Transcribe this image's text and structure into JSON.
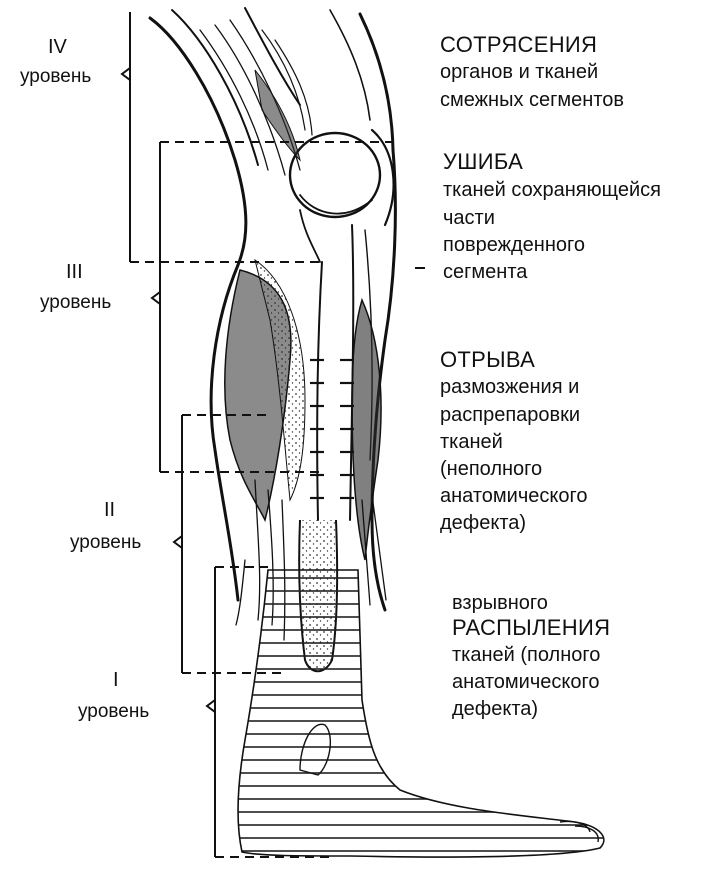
{
  "levels": [
    {
      "num": "IV",
      "word": "уровень"
    },
    {
      "num": "III",
      "word": "уровень"
    },
    {
      "num": "II",
      "word": "уровень"
    },
    {
      "num": "I",
      "word": "уровень"
    }
  ],
  "zones": [
    {
      "lines": [
        "СОТРЯСЕНИЯ",
        "органов и тканей",
        "смежных  сегментов"
      ]
    },
    {
      "lines": [
        "УШИБА",
        "тканей сохраняющейся",
        "части",
        "поврежденного",
        "сегмента"
      ]
    },
    {
      "lines": [
        "ОТРЫВА",
        "размозжения и",
        "распрепаровки",
        "тканей",
        "(неполного",
        "анатомического",
        "дефекта)"
      ]
    },
    {
      "lines": [
        "взрывного",
        "РАСПЫЛЕНИЯ",
        "тканей (полного",
        "анатомического",
        "дефекта)"
      ]
    }
  ]
}
